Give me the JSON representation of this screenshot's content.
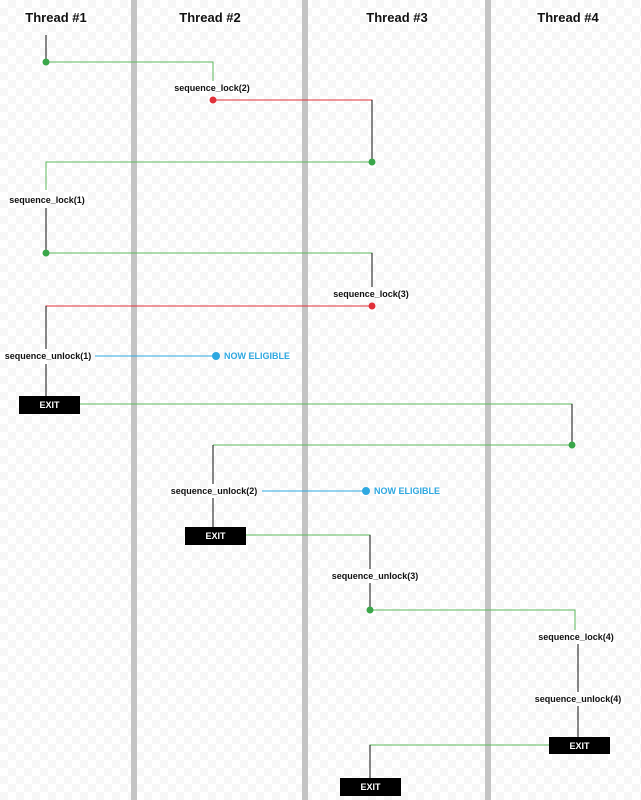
{
  "threads": [
    {
      "title": "Thread #1"
    },
    {
      "title": "Thread #2"
    },
    {
      "title": "Thread #3"
    },
    {
      "title": "Thread #4"
    }
  ],
  "operations": [
    {
      "id": "lock2",
      "text": "sequence_lock(2)"
    },
    {
      "id": "lock1",
      "text": "sequence_lock(1)"
    },
    {
      "id": "lock3",
      "text": "sequence_lock(3)"
    },
    {
      "id": "unlock1",
      "text": "sequence_unlock(1)"
    },
    {
      "id": "unlock2",
      "text": "sequence_unlock(2)"
    },
    {
      "id": "unlock3",
      "text": "sequence_unlock(3)"
    },
    {
      "id": "lock4",
      "text": "sequence_lock(4)"
    },
    {
      "id": "unlock4",
      "text": "sequence_unlock(4)"
    }
  ],
  "notes": [
    {
      "id": "eligible1",
      "text": "NOW ELIGIBLE"
    },
    {
      "id": "eligible2",
      "text": "NOW ELIGIBLE"
    }
  ],
  "exits": [
    {
      "id": "exit1",
      "text": "EXIT"
    },
    {
      "id": "exit2",
      "text": "EXIT"
    },
    {
      "id": "exit4",
      "text": "EXIT"
    },
    {
      "id": "exit3",
      "text": "EXIT"
    }
  ],
  "colors": {
    "grant": "#5cb85c",
    "wait": "#e0303a",
    "eligible": "#2ea8e0",
    "line": "#111111",
    "divider": "#c4c4c4",
    "exit_bg": "#000000",
    "exit_text": "#ffffff"
  }
}
